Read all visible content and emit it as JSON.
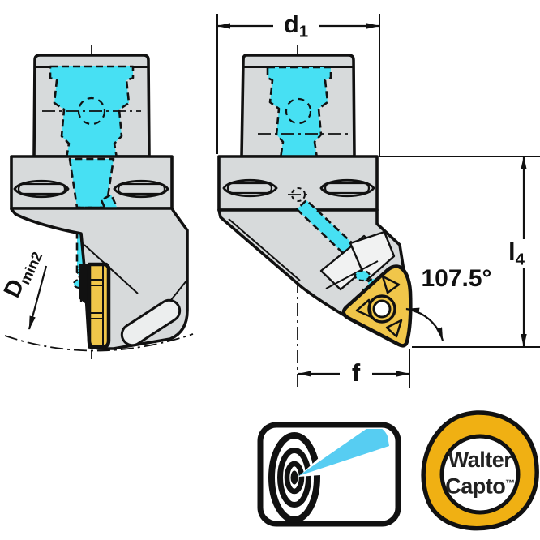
{
  "diagram": {
    "dimensions": {
      "d1": {
        "base": "d",
        "sub": "1"
      },
      "l4": {
        "base": "l",
        "sub": "4"
      },
      "f": {
        "label": "f"
      },
      "corner_angle": {
        "label": "107.5°"
      },
      "dmin2": {
        "base": "D",
        "sub": "min2"
      }
    }
  },
  "logos": {
    "precision_coolant": {
      "icon": "coolant-target-icon"
    },
    "walter_capto": {
      "icon": "capto-polygon-icon",
      "line1": "Walter",
      "line2": "Capto",
      "trademark": "™"
    }
  },
  "colors": {
    "body_gray": "#d7dadb",
    "coolant_cyan": "#47e0f3",
    "insert_yellow": "#f0c64a",
    "capto_orange": "#f0b013",
    "beam_blue": "#57cdf2",
    "outline": "#111111"
  }
}
